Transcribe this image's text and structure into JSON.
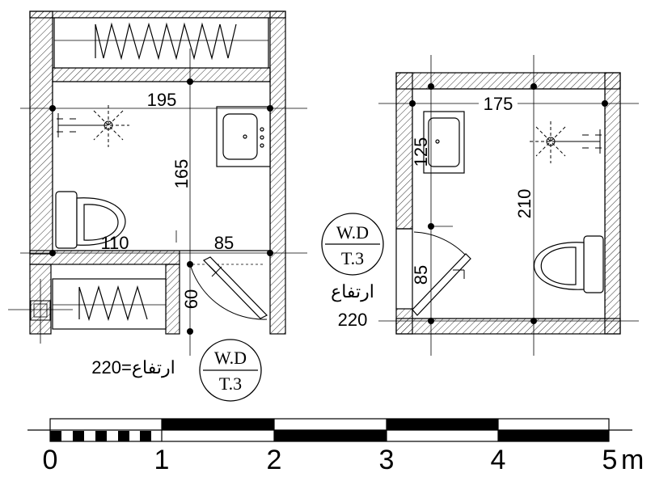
{
  "left_plan": {
    "width_dim": "195",
    "height_dim": "165",
    "wc_dim": "110",
    "door_gap_dim": "85",
    "door_width_dim": "60",
    "height_note": "ارتفاع=220",
    "door_tag": {
      "top": "W.D",
      "bottom": "T.3"
    }
  },
  "right_plan": {
    "width_dim": "175",
    "height_dim": "210",
    "basin_dim": "125",
    "door_width_dim": "85",
    "height_label": "ارتفاع",
    "height_value": "220",
    "door_tag": {
      "top": "W.D",
      "bottom": "T.3"
    }
  },
  "scale_bar": {
    "labels": [
      "0",
      "1",
      "2",
      "3",
      "4",
      "5"
    ],
    "unit": "m"
  }
}
